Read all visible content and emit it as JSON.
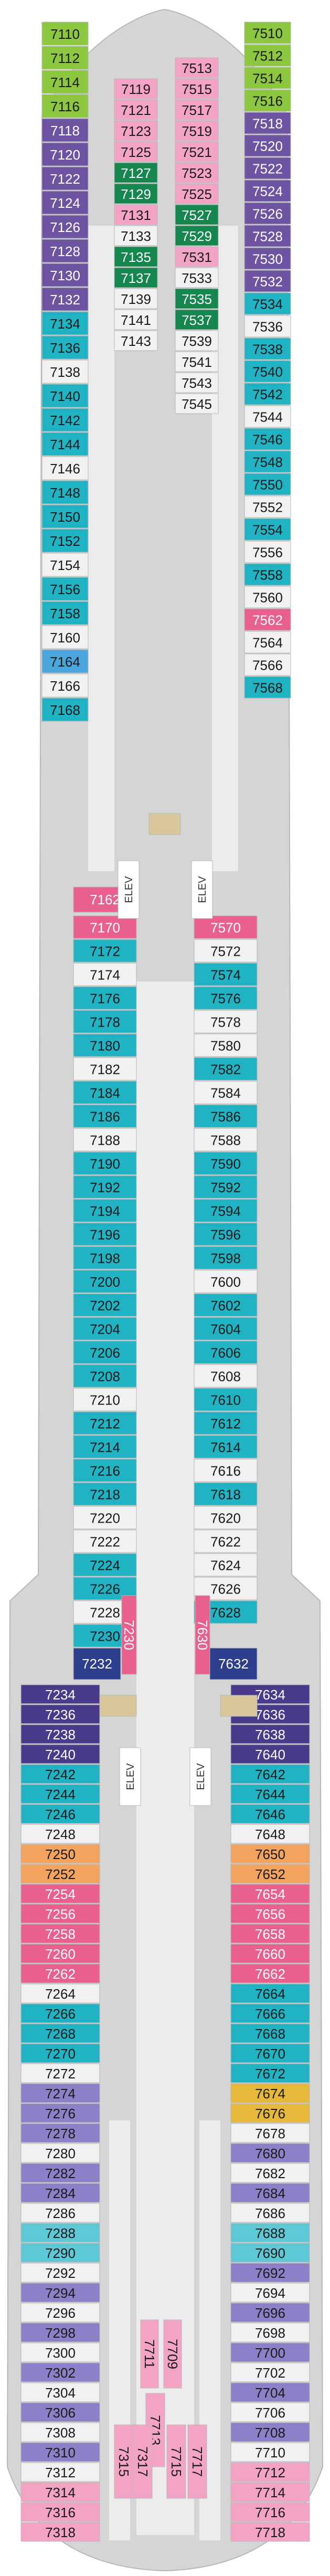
{
  "colors": {
    "hull": "#d5d5d5",
    "corridor": "#ececec",
    "outline": "#b8b8b8",
    "green": "#8dc63f",
    "purple": "#6e53a3",
    "teal": "#1fb3c4",
    "white_cabin": "#f1f1f1",
    "pink": "#e9608f",
    "dark_green": "#16864f",
    "navy": "#2c3e8c",
    "dark_purple": "#4a3a8c",
    "orange": "#f2a35e",
    "blue": "#4aa6dc",
    "light_pink": "#f3a3c3",
    "gold": "#e6b93a",
    "lavender": "#8d80c8",
    "light_teal": "#5fc8d6",
    "tan": "#d7c79a",
    "dark_pink": "#cf3d76",
    "light_purple": "#a79bd8"
  },
  "icons": [
    "accessible-icon",
    "sofa-bed-icon",
    "connecting-door-icon",
    "triangle-icon"
  ],
  "elevators": [
    {
      "label": "ELEV"
    },
    {
      "label": "ELEV"
    },
    {
      "label": "ELEV"
    },
    {
      "label": "ELEV"
    }
  ],
  "cabins": {
    "left_outer": [
      {
        "num": "7110",
        "c": "green"
      },
      {
        "num": "7112",
        "c": "green"
      },
      {
        "num": "7114",
        "c": "green"
      },
      {
        "num": "7116",
        "c": "green"
      },
      {
        "num": "7118",
        "c": "purple"
      },
      {
        "num": "7120",
        "c": "purple"
      },
      {
        "num": "7122",
        "c": "purple"
      },
      {
        "num": "7124",
        "c": "purple"
      },
      {
        "num": "7126",
        "c": "purple"
      },
      {
        "num": "7128",
        "c": "purple"
      },
      {
        "num": "7130",
        "c": "purple"
      },
      {
        "num": "7132",
        "c": "purple"
      },
      {
        "num": "7134",
        "c": "teal"
      },
      {
        "num": "7136",
        "c": "teal"
      },
      {
        "num": "7138",
        "c": "white_cabin"
      },
      {
        "num": "7140",
        "c": "teal"
      },
      {
        "num": "7142",
        "c": "teal"
      },
      {
        "num": "7144",
        "c": "teal"
      },
      {
        "num": "7146",
        "c": "white_cabin"
      },
      {
        "num": "7148",
        "c": "teal"
      },
      {
        "num": "7150",
        "c": "teal"
      },
      {
        "num": "7152",
        "c": "teal"
      },
      {
        "num": "7154",
        "c": "white_cabin"
      },
      {
        "num": "7156",
        "c": "teal"
      },
      {
        "num": "7158",
        "c": "teal"
      },
      {
        "num": "7160",
        "c": "white_cabin"
      },
      {
        "num": "7164",
        "c": "blue"
      },
      {
        "num": "7166",
        "c": "white_cabin"
      },
      {
        "num": "7168",
        "c": "teal"
      }
    ],
    "left_inner": [
      {
        "num": "7119",
        "c": "light_pink"
      },
      {
        "num": "7121",
        "c": "light_pink"
      },
      {
        "num": "7123",
        "c": "light_pink"
      },
      {
        "num": "7125",
        "c": "light_pink"
      },
      {
        "num": "7127",
        "c": "dark_green"
      },
      {
        "num": "7129",
        "c": "dark_green"
      },
      {
        "num": "7131",
        "c": "light_pink"
      },
      {
        "num": "7133",
        "c": "white_cabin"
      },
      {
        "num": "7135",
        "c": "dark_green"
      },
      {
        "num": "7137",
        "c": "dark_green"
      },
      {
        "num": "7139",
        "c": "white_cabin"
      },
      {
        "num": "7141",
        "c": "white_cabin"
      },
      {
        "num": "7143",
        "c": "white_cabin"
      }
    ],
    "right_inner": [
      {
        "num": "7513",
        "c": "light_pink"
      },
      {
        "num": "7515",
        "c": "light_pink"
      },
      {
        "num": "7517",
        "c": "light_pink"
      },
      {
        "num": "7519",
        "c": "light_pink"
      },
      {
        "num": "7521",
        "c": "light_pink"
      },
      {
        "num": "7523",
        "c": "light_pink"
      },
      {
        "num": "7525",
        "c": "light_pink"
      },
      {
        "num": "7527",
        "c": "dark_green"
      },
      {
        "num": "7529",
        "c": "dark_green"
      },
      {
        "num": "7531",
        "c": "light_pink"
      },
      {
        "num": "7533",
        "c": "white_cabin"
      },
      {
        "num": "7535",
        "c": "dark_green"
      },
      {
        "num": "7537",
        "c": "dark_green"
      },
      {
        "num": "7539",
        "c": "white_cabin"
      },
      {
        "num": "7541",
        "c": "white_cabin"
      },
      {
        "num": "7543",
        "c": "white_cabin"
      },
      {
        "num": "7545",
        "c": "white_cabin"
      }
    ],
    "right_outer": [
      {
        "num": "7510",
        "c": "green"
      },
      {
        "num": "7512",
        "c": "green"
      },
      {
        "num": "7514",
        "c": "green"
      },
      {
        "num": "7516",
        "c": "green"
      },
      {
        "num": "7518",
        "c": "purple"
      },
      {
        "num": "7520",
        "c": "purple"
      },
      {
        "num": "7522",
        "c": "purple"
      },
      {
        "num": "7524",
        "c": "purple"
      },
      {
        "num": "7526",
        "c": "purple"
      },
      {
        "num": "7528",
        "c": "purple"
      },
      {
        "num": "7530",
        "c": "purple"
      },
      {
        "num": "7532",
        "c": "purple"
      },
      {
        "num": "7534",
        "c": "teal"
      },
      {
        "num": "7536",
        "c": "white_cabin"
      },
      {
        "num": "7538",
        "c": "teal"
      },
      {
        "num": "7540",
        "c": "teal"
      },
      {
        "num": "7542",
        "c": "teal"
      },
      {
        "num": "7544",
        "c": "white_cabin"
      },
      {
        "num": "7546",
        "c": "teal"
      },
      {
        "num": "7548",
        "c": "teal"
      },
      {
        "num": "7550",
        "c": "teal"
      },
      {
        "num": "7552",
        "c": "white_cabin"
      },
      {
        "num": "7554",
        "c": "teal"
      },
      {
        "num": "7556",
        "c": "white_cabin"
      },
      {
        "num": "7558",
        "c": "teal"
      },
      {
        "num": "7560",
        "c": "white_cabin"
      },
      {
        "num": "7562",
        "c": "pink"
      },
      {
        "num": "7564",
        "c": "white_cabin"
      },
      {
        "num": "7566",
        "c": "white_cabin"
      },
      {
        "num": "7568",
        "c": "teal"
      }
    ],
    "left_mid": [
      {
        "num": "7170",
        "c": "pink"
      },
      {
        "num": "7172",
        "c": "teal"
      },
      {
        "num": "7174",
        "c": "white_cabin"
      },
      {
        "num": "7176",
        "c": "teal"
      },
      {
        "num": "7178",
        "c": "teal"
      },
      {
        "num": "7180",
        "c": "teal"
      },
      {
        "num": "7182",
        "c": "white_cabin"
      },
      {
        "num": "7184",
        "c": "teal"
      },
      {
        "num": "7186",
        "c": "teal"
      },
      {
        "num": "7188",
        "c": "white_cabin"
      },
      {
        "num": "7190",
        "c": "teal"
      },
      {
        "num": "7192",
        "c": "teal"
      },
      {
        "num": "7194",
        "c": "teal"
      },
      {
        "num": "7196",
        "c": "teal"
      },
      {
        "num": "7198",
        "c": "teal"
      },
      {
        "num": "7200",
        "c": "teal"
      },
      {
        "num": "7202",
        "c": "teal"
      },
      {
        "num": "7204",
        "c": "teal"
      },
      {
        "num": "7206",
        "c": "teal"
      },
      {
        "num": "7208",
        "c": "teal"
      },
      {
        "num": "7210",
        "c": "white_cabin"
      },
      {
        "num": "7212",
        "c": "teal"
      },
      {
        "num": "7214",
        "c": "teal"
      },
      {
        "num": "7216",
        "c": "teal"
      },
      {
        "num": "7218",
        "c": "teal"
      },
      {
        "num": "7220",
        "c": "white_cabin"
      },
      {
        "num": "7222",
        "c": "white_cabin"
      },
      {
        "num": "7224",
        "c": "teal"
      },
      {
        "num": "7226",
        "c": "teal"
      },
      {
        "num": "7228",
        "c": "white_cabin"
      },
      {
        "num": "7230",
        "c": "teal"
      }
    ],
    "right_mid": [
      {
        "num": "7570",
        "c": "pink"
      },
      {
        "num": "7572",
        "c": "white_cabin"
      },
      {
        "num": "7574",
        "c": "teal"
      },
      {
        "num": "7576",
        "c": "teal"
      },
      {
        "num": "7578",
        "c": "white_cabin"
      },
      {
        "num": "7580",
        "c": "white_cabin"
      },
      {
        "num": "7582",
        "c": "teal"
      },
      {
        "num": "7584",
        "c": "white_cabin"
      },
      {
        "num": "7586",
        "c": "teal"
      },
      {
        "num": "7588",
        "c": "white_cabin"
      },
      {
        "num": "7590",
        "c": "teal"
      },
      {
        "num": "7592",
        "c": "teal"
      },
      {
        "num": "7594",
        "c": "teal"
      },
      {
        "num": "7596",
        "c": "teal"
      },
      {
        "num": "7598",
        "c": "teal"
      },
      {
        "num": "7600",
        "c": "white_cabin"
      },
      {
        "num": "7602",
        "c": "teal"
      },
      {
        "num": "7604",
        "c": "teal"
      },
      {
        "num": "7606",
        "c": "teal"
      },
      {
        "num": "7608",
        "c": "white_cabin"
      },
      {
        "num": "7610",
        "c": "teal"
      },
      {
        "num": "7612",
        "c": "teal"
      },
      {
        "num": "7614",
        "c": "teal"
      },
      {
        "num": "7616",
        "c": "white_cabin"
      },
      {
        "num": "7618",
        "c": "teal"
      },
      {
        "num": "7620",
        "c": "white_cabin"
      },
      {
        "num": "7622",
        "c": "white_cabin"
      },
      {
        "num": "7624",
        "c": "white_cabin"
      },
      {
        "num": "7626",
        "c": "white_cabin"
      },
      {
        "num": "7628",
        "c": "teal"
      }
    ],
    "left_aft": [
      {
        "num": "7234",
        "c": "dark_purple"
      },
      {
        "num": "7236",
        "c": "dark_purple"
      },
      {
        "num": "7238",
        "c": "dark_purple"
      },
      {
        "num": "7240",
        "c": "dark_purple"
      },
      {
        "num": "7242",
        "c": "teal"
      },
      {
        "num": "7244",
        "c": "teal"
      },
      {
        "num": "7246",
        "c": "teal"
      },
      {
        "num": "7248",
        "c": "white_cabin"
      },
      {
        "num": "7250",
        "c": "orange"
      },
      {
        "num": "7252",
        "c": "orange"
      },
      {
        "num": "7254",
        "c": "pink"
      },
      {
        "num": "7256",
        "c": "pink"
      },
      {
        "num": "7258",
        "c": "pink"
      },
      {
        "num": "7260",
        "c": "pink"
      },
      {
        "num": "7262",
        "c": "pink"
      },
      {
        "num": "7264",
        "c": "white_cabin"
      },
      {
        "num": "7266",
        "c": "teal"
      },
      {
        "num": "7268",
        "c": "teal"
      },
      {
        "num": "7270",
        "c": "teal"
      },
      {
        "num": "7272",
        "c": "white_cabin"
      },
      {
        "num": "7274",
        "c": "lavender"
      },
      {
        "num": "7276",
        "c": "lavender"
      },
      {
        "num": "7278",
        "c": "lavender"
      },
      {
        "num": "7280",
        "c": "white_cabin"
      },
      {
        "num": "7282",
        "c": "lavender"
      },
      {
        "num": "7284",
        "c": "lavender"
      },
      {
        "num": "7286",
        "c": "white_cabin"
      },
      {
        "num": "7288",
        "c": "light_teal"
      },
      {
        "num": "7290",
        "c": "light_teal"
      },
      {
        "num": "7292",
        "c": "white_cabin"
      },
      {
        "num": "7294",
        "c": "lavender"
      },
      {
        "num": "7296",
        "c": "white_cabin"
      },
      {
        "num": "7298",
        "c": "lavender"
      },
      {
        "num": "7300",
        "c": "white_cabin"
      },
      {
        "num": "7302",
        "c": "lavender"
      },
      {
        "num": "7304",
        "c": "white_cabin"
      },
      {
        "num": "7306",
        "c": "lavender"
      },
      {
        "num": "7308",
        "c": "white_cabin"
      },
      {
        "num": "7310",
        "c": "lavender"
      },
      {
        "num": "7312",
        "c": "white_cabin"
      },
      {
        "num": "7314",
        "c": "light_pink"
      },
      {
        "num": "7316",
        "c": "light_pink"
      },
      {
        "num": "7318",
        "c": "light_pink"
      }
    ],
    "right_aft": [
      {
        "num": "7634",
        "c": "dark_purple"
      },
      {
        "num": "7636",
        "c": "dark_purple"
      },
      {
        "num": "7638",
        "c": "dark_purple"
      },
      {
        "num": "7640",
        "c": "dark_purple"
      },
      {
        "num": "7642",
        "c": "teal"
      },
      {
        "num": "7644",
        "c": "teal"
      },
      {
        "num": "7646",
        "c": "teal"
      },
      {
        "num": "7648",
        "c": "white_cabin"
      },
      {
        "num": "7650",
        "c": "orange"
      },
      {
        "num": "7652",
        "c": "orange"
      },
      {
        "num": "7654",
        "c": "pink"
      },
      {
        "num": "7656",
        "c": "pink"
      },
      {
        "num": "7658",
        "c": "pink"
      },
      {
        "num": "7660",
        "c": "pink"
      },
      {
        "num": "7662",
        "c": "pink"
      },
      {
        "num": "7664",
        "c": "teal"
      },
      {
        "num": "7666",
        "c": "teal"
      },
      {
        "num": "7668",
        "c": "teal"
      },
      {
        "num": "7670",
        "c": "teal"
      },
      {
        "num": "7672",
        "c": "teal"
      },
      {
        "num": "7674",
        "c": "gold"
      },
      {
        "num": "7676",
        "c": "gold"
      },
      {
        "num": "7678",
        "c": "white_cabin"
      },
      {
        "num": "7680",
        "c": "lavender"
      },
      {
        "num": "7682",
        "c": "white_cabin"
      },
      {
        "num": "7684",
        "c": "lavender"
      },
      {
        "num": "7686",
        "c": "white_cabin"
      },
      {
        "num": "7688",
        "c": "light_teal"
      },
      {
        "num": "7690",
        "c": "light_teal"
      },
      {
        "num": "7692",
        "c": "lavender"
      },
      {
        "num": "7694",
        "c": "white_cabin"
      },
      {
        "num": "7696",
        "c": "lavender"
      },
      {
        "num": "7698",
        "c": "white_cabin"
      },
      {
        "num": "7700",
        "c": "lavender"
      },
      {
        "num": "7702",
        "c": "white_cabin"
      },
      {
        "num": "7704",
        "c": "lavender"
      },
      {
        "num": "7706",
        "c": "white_cabin"
      },
      {
        "num": "7708",
        "c": "lavender"
      },
      {
        "num": "7710",
        "c": "white_cabin"
      },
      {
        "num": "7712",
        "c": "light_pink"
      },
      {
        "num": "7714",
        "c": "light_pink"
      },
      {
        "num": "7716",
        "c": "light_pink"
      },
      {
        "num": "7718",
        "c": "light_pink"
      }
    ],
    "specials": [
      {
        "num": "7162",
        "c": "pink"
      },
      {
        "num": "7232",
        "c": "navy"
      },
      {
        "num": "7632",
        "c": "navy"
      },
      {
        "num": "7230",
        "c": "pink"
      },
      {
        "num": "7630",
        "c": "pink"
      },
      {
        "num": "7711",
        "c": "light_pink"
      },
      {
        "num": "7709",
        "c": "light_pink"
      },
      {
        "num": "7713",
        "c": "light_pink"
      },
      {
        "num": "7715",
        "c": "light_pink"
      },
      {
        "num": "7717",
        "c": "light_pink"
      },
      {
        "num": "7315",
        "c": "light_pink"
      },
      {
        "num": "7317",
        "c": "light_pink"
      }
    ]
  }
}
